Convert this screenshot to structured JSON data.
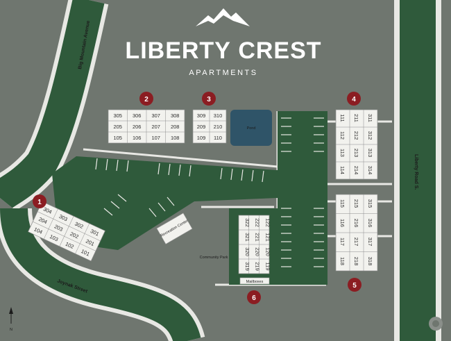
{
  "logo": {
    "name_bold": "LIBERTY",
    "name_light": "CREST",
    "subtitle": "APARTMENTS",
    "mountain_icon": "mountain-icon"
  },
  "roads": {
    "big_mountain": "Big Mountain Avenue",
    "joynak": "Joynak Street",
    "liberty_road": "Liberty Road S."
  },
  "labels": {
    "pond": "Pond",
    "community_park": "Community Park",
    "recreation_center": "Recreation Center",
    "mailboxes": "Mailboxes",
    "north": "N"
  },
  "colors": {
    "ground": "#6f766f",
    "road": "#2f5a3b",
    "lot": "#2f5a3b",
    "badge": "#8b1d22",
    "pond": "#2f5468",
    "building": "#f2f2ee"
  },
  "buildings": [
    {
      "number": "1",
      "units": [
        "304",
        "303",
        "302",
        "301",
        "204",
        "203",
        "202",
        "201",
        "104",
        "103",
        "102",
        "101"
      ]
    },
    {
      "number": "2",
      "units": [
        "305",
        "306",
        "307",
        "308",
        "205",
        "206",
        "207",
        "208",
        "105",
        "106",
        "107",
        "108"
      ]
    },
    {
      "number": "3",
      "units": [
        "309",
        "310",
        "209",
        "210",
        "109",
        "110"
      ]
    },
    {
      "number": "4",
      "units": [
        "311",
        "312",
        "313",
        "314",
        "211",
        "212",
        "213",
        "214",
        "111",
        "112",
        "113",
        "114"
      ]
    },
    {
      "number": "5",
      "units": [
        "315",
        "316",
        "317",
        "318",
        "215",
        "216",
        "217",
        "218",
        "115",
        "116",
        "117",
        "118"
      ]
    },
    {
      "number": "6",
      "units": [
        "322",
        "321",
        "320",
        "319",
        "222",
        "221",
        "220",
        "219",
        "122",
        "121",
        "120",
        "119"
      ]
    }
  ]
}
